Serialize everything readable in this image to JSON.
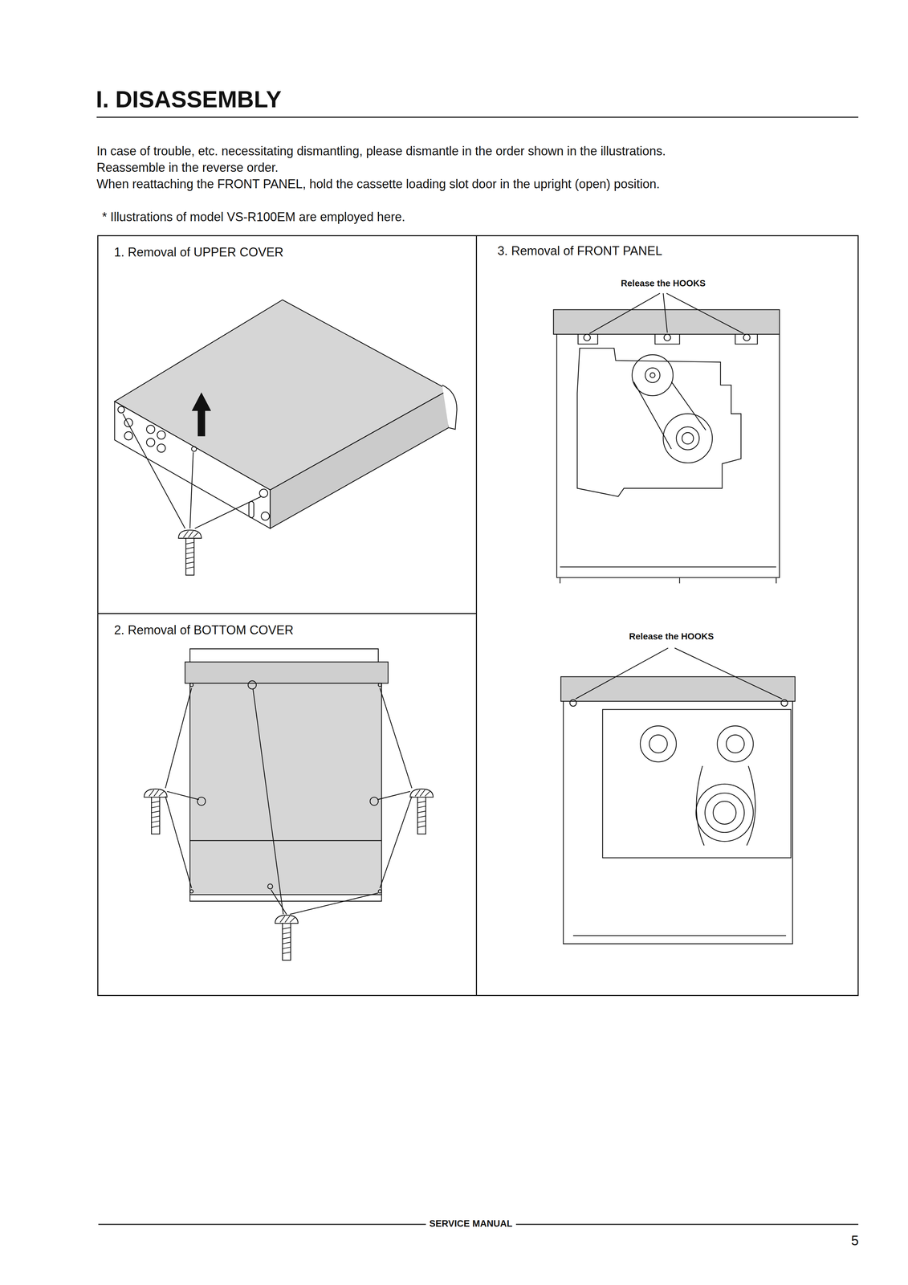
{
  "diagram": {
    "title": "I. DISASSEMBLY",
    "nodes": [
      {
        "text": [
          "1. Removal of UPPER COVER"
        ]
      },
      {
        "text": [
          "2. Removal of BOTTOM COVER"
        ]
      },
      {
        "text": [
          "3. Removal of FRONT PANEL"
        ]
      }
    ],
    "labels": [
      "In case of trouble, etc. necessitating dismantling, please dismantle in the order shown in the illustrations.",
      "Reassemble in the reverse order.",
      "When reattaching the FRONT PANEL, hold the cassette loading slot door in the upright (open) position.",
      "* Illustrations of model VS-R100EM are employed here.",
      "Release the HOOKS",
      "Release the HOOKS",
      "SERVICE MANUAL",
      "5"
    ]
  }
}
